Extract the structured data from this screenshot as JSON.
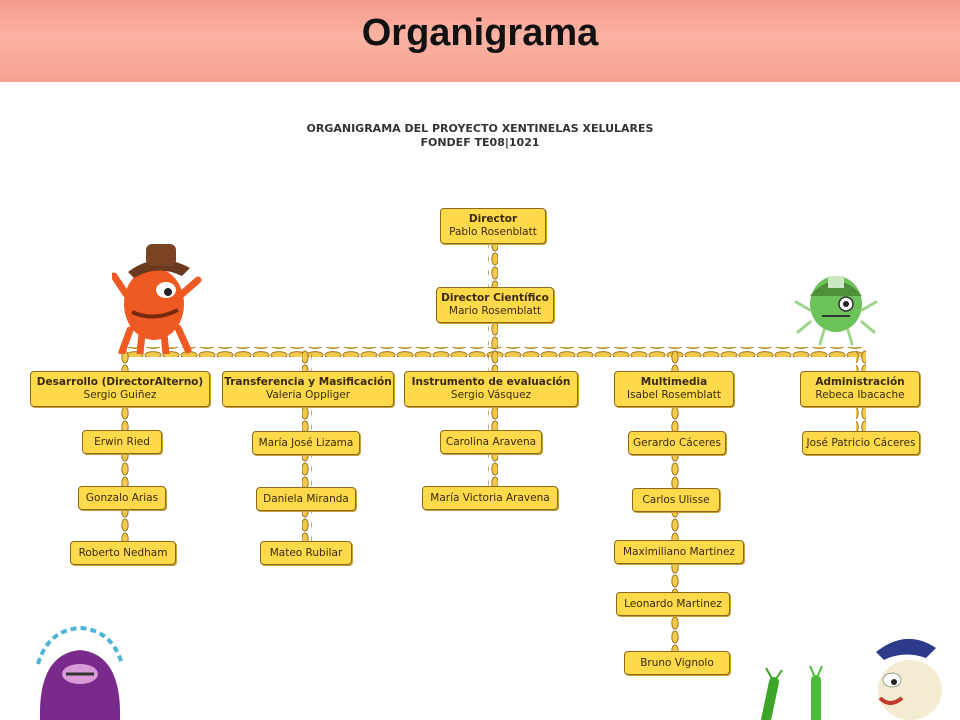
{
  "header": {
    "title": "Organigrama"
  },
  "chart": {
    "title_line1": "ORGANIGRAMA DEL PROYECTO XENTINELAS XELULARES",
    "title_line2": "FONDEF TE08|1021",
    "director": {
      "role": "Director",
      "name": "Pablo Rosenblatt"
    },
    "scientific_director": {
      "role": "Director Científico",
      "name": "Mario Rosemblatt"
    },
    "departments": [
      {
        "role": "Desarrollo (DirectorAlterno)",
        "name": "Sergio Guiñez",
        "members": [
          "Erwin Ried",
          "Gonzalo Arias",
          "Roberto Nedham"
        ]
      },
      {
        "role": "Transferencia y Masificación",
        "name": "Valeria Oppliger",
        "members": [
          "María José Lizama",
          "Daniela Miranda",
          "Mateo Rubilar"
        ]
      },
      {
        "role": "Instrumento de evaluación",
        "name": "Sergio Vásquez",
        "members": [
          "Carolina Aravena",
          "María Victoria Aravena"
        ]
      },
      {
        "role": "Multimedia",
        "name": "Isabel Rosemblatt",
        "members": [
          "Gerardo Cáceres",
          "Carlos Ulisse",
          "Maximiliano Martinez",
          "Leonardo Martinez",
          "Bruno Vignolo"
        ]
      },
      {
        "role": "Administración",
        "name": "Rebeca Ibacache",
        "members": [
          "José Patricio Cáceres"
        ]
      }
    ]
  },
  "colors": {
    "box_fill": "#fed94a",
    "box_border": "#8a6a1a",
    "chain": "#e8b93a",
    "header_bg": "#f8a494"
  }
}
